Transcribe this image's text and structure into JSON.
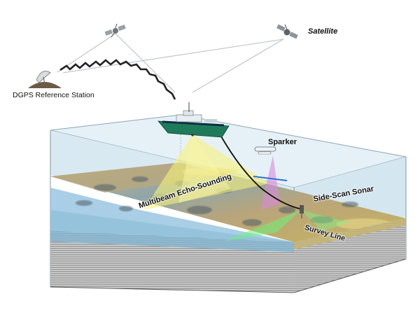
{
  "labels": {
    "satellite": "Satellite",
    "dgps_station": "DGPS Reference Station",
    "sparker": "Sparker",
    "multibeam": "Multibeam Echo-Sounding",
    "side_scan": "Side-Scan Sonar",
    "survey_line": "Survey Line"
  },
  "colors": {
    "water": "#d3e6f0",
    "ship_hull": "#1f7a5a",
    "ship_deck": "#e8eef0",
    "multibeam_beam": "#f3ef7a",
    "sparker_beam": "#d98ad8",
    "side_scan_beam": "#6fe87a",
    "survey_line": "#2f6fd6"
  },
  "icons": {
    "satellite_left": "satellite-icon",
    "satellite_right": "satellite-icon",
    "dgps_dish": "radar-dish-icon",
    "ship": "survey-ship-icon"
  }
}
